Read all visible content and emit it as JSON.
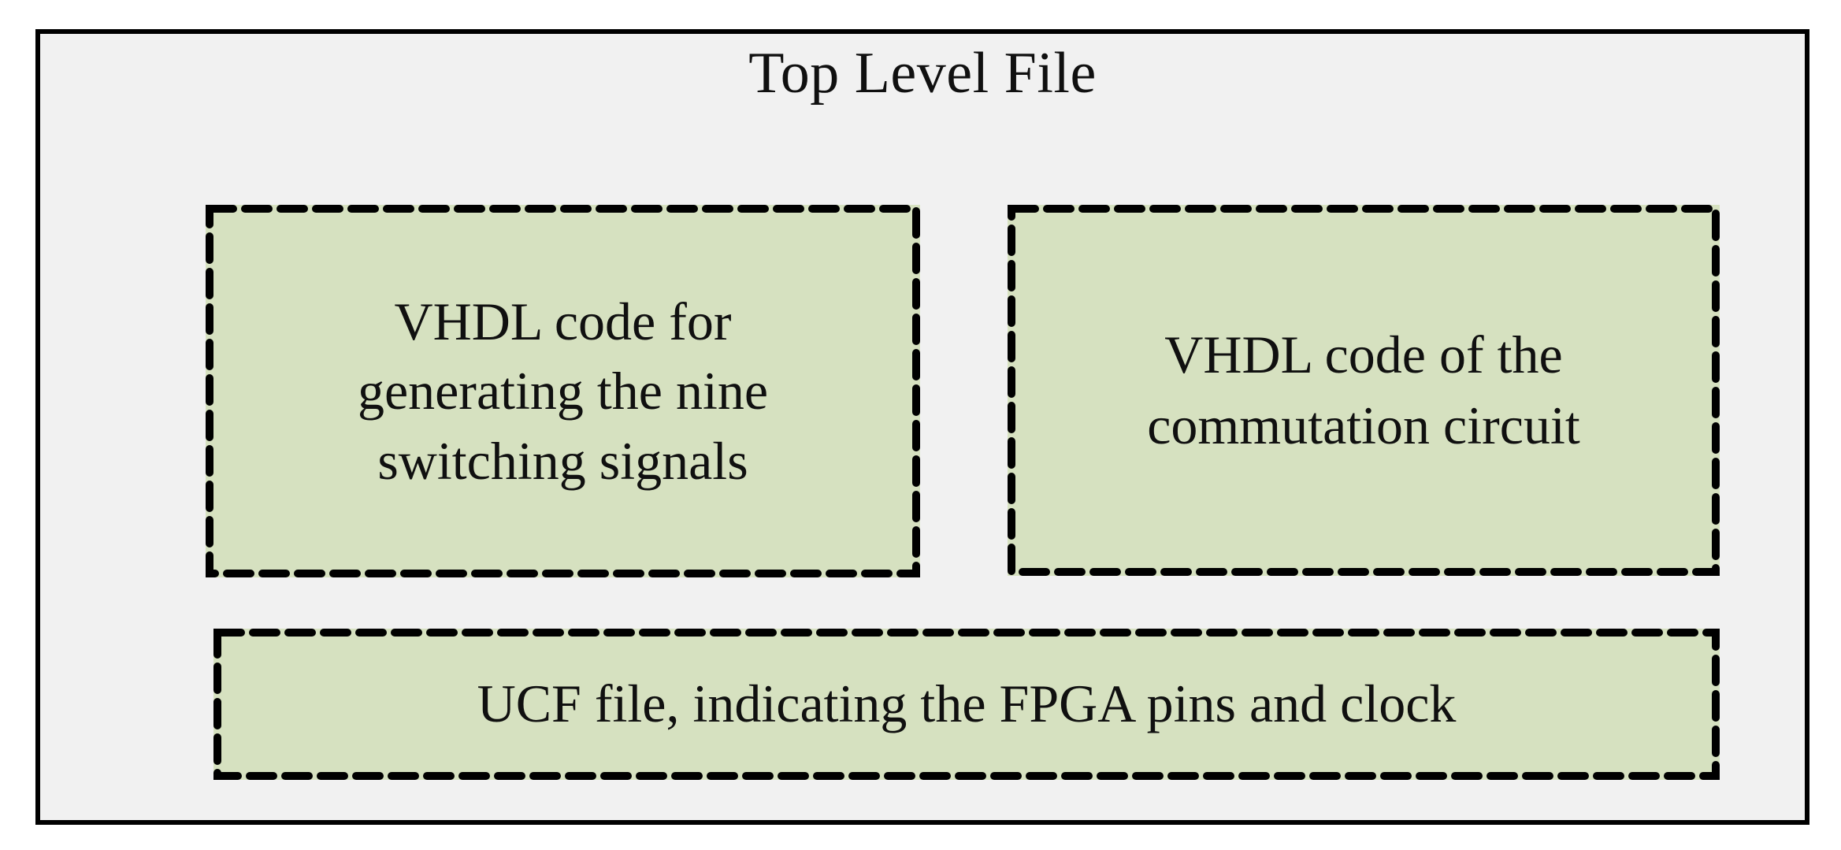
{
  "diagram": {
    "type": "block-diagram",
    "title": "Top Level File",
    "colors": {
      "frame_border": "#000000",
      "frame_fill": "#f1f1f1",
      "block_fill": "#d6e1c0",
      "block_border": "#000000",
      "text": "#101010"
    },
    "blocks": [
      {
        "id": "switching-signals",
        "label": "VHDL code for\ngenerating the nine\nswitching signals",
        "border_style": "dashed",
        "fill": "#d6e1c0",
        "position": "top-left"
      },
      {
        "id": "commutation-circuit",
        "label": "VHDL code of the\ncommutation circuit",
        "border_style": "dashed",
        "fill": "#d6e1c0",
        "position": "top-right"
      },
      {
        "id": "ucf-file",
        "label": "UCF file, indicating the FPGA pins and clock",
        "border_style": "dashed",
        "fill": "#d6e1c0",
        "position": "bottom-full-width"
      }
    ]
  }
}
